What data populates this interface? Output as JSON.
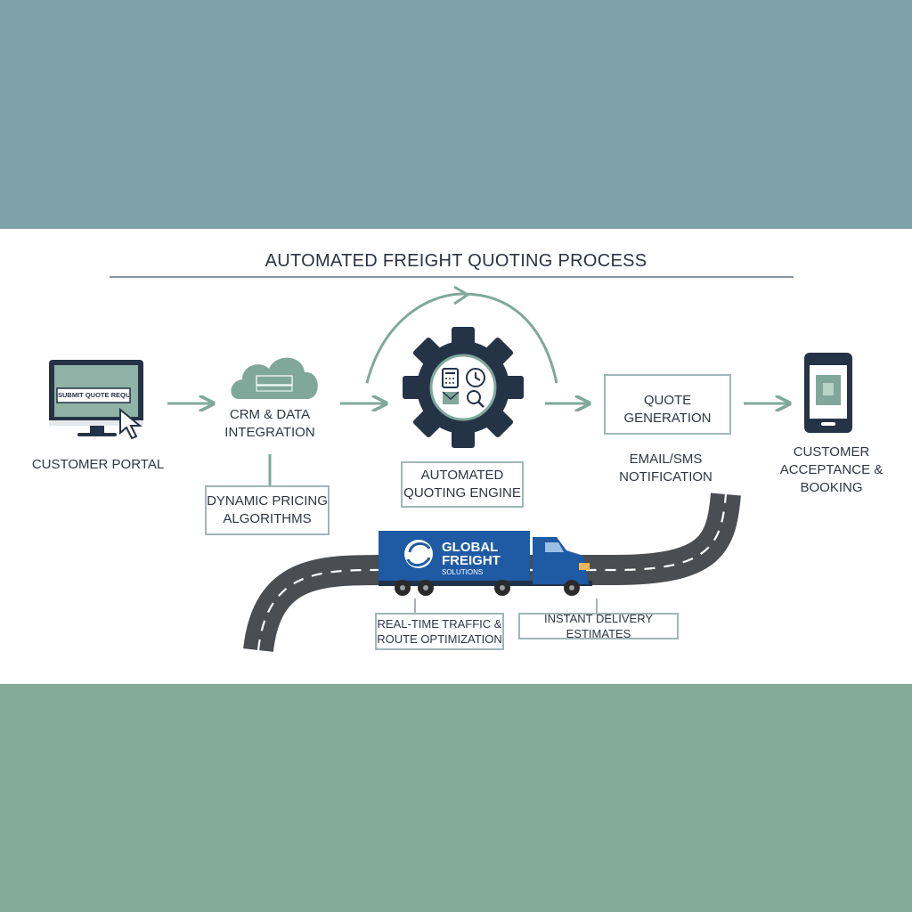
{
  "title": "AUTOMATED FREIGHT QUOTING PROCESS",
  "steps": {
    "customer_portal": {
      "label": "CUSTOMER PORTAL",
      "screen_text": "SUBMIT QUOTE REQUEST"
    },
    "crm": {
      "line1": "CRM & DATA",
      "line2": "INTEGRATION"
    },
    "dynamic_pricing": {
      "line1": "DYNAMIC PRICING",
      "line2": "ALGORITHMS"
    },
    "engine": {
      "line1": "AUTOMATED",
      "line2": "QUOTING ENGINE"
    },
    "quote_generation": {
      "label": "QUOTE GENERATION"
    },
    "notification": {
      "line1": "EMAIL/SMS",
      "line2": "NOTIFICATION"
    },
    "acceptance": {
      "line1": "CUSTOMER",
      "line2": "ACCEPTANCE & BOOKING"
    },
    "traffic": {
      "line1": "REAL-TIME TRAFFIC &",
      "line2": "ROUTE OPTIMIZATION"
    },
    "delivery": {
      "label": "INSTANT DELIVERY ESTIMATES"
    }
  },
  "truck": {
    "line1": "GLOBAL",
    "line2": "FREIGHT",
    "line3": "SOLUTIONS"
  },
  "icons": [
    "monitor-icon",
    "cursor-icon",
    "cloud-icon",
    "gear-icon",
    "calculator-icon",
    "clock-icon",
    "search-icon",
    "checkmark-icon",
    "smartphone-icon",
    "truck-icon"
  ],
  "colors": {
    "top_band": "#7ea1aa",
    "bottom_band": "#83aa9a",
    "accent_green": "#7fa89b",
    "navy": "#253347",
    "truck_blue": "#1f5aa5",
    "road": "#4a4d52"
  }
}
